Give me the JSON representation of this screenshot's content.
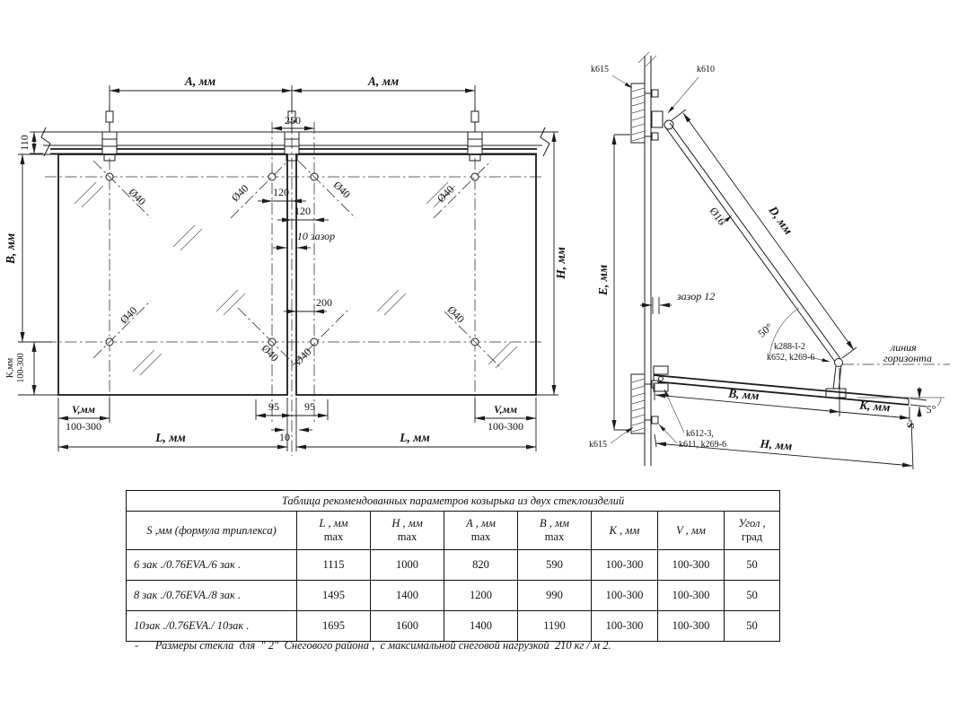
{
  "front": {
    "a_left": "A, мм",
    "a_right": "A, мм",
    "d110": "110",
    "d250": "250",
    "d120a": "120",
    "d120b": "120",
    "gap10": "10 зазор",
    "d200": "200",
    "d95a": "95",
    "d95b": "95",
    "d10": "10",
    "dia40": "Ø40",
    "b": "B, мм",
    "h": "H, мм",
    "k": "K,мм",
    "k_range": "100-300",
    "v": "V,мм",
    "v_range": "100-300",
    "l_left": "L,  мм",
    "l_right": "L,  мм"
  },
  "side": {
    "k615": "k615",
    "k610": "k610",
    "dia16": "Ø16",
    "d": "D, мм",
    "e": "E, мм",
    "gap12": "зазор 12",
    "a50": "50°",
    "k288": "k288-I-2",
    "k652": "k652, k269-6",
    "horizon1": "линия",
    "horizon2": "горизонта",
    "b": "B, мм",
    "k": "K, мм",
    "a5": "5°",
    "s": "S",
    "k612": "k612-3,",
    "k611": "k611, k269-6",
    "h": "H, мм"
  },
  "table": {
    "title": "Таблица рекомендованных параметров  козырька из двух стеклоизделий",
    "headers": [
      {
        "l1": "S ,мм (формула триплекса)",
        "l2": ""
      },
      {
        "l1": "L , мм",
        "l2": "max"
      },
      {
        "l1": "H , мм",
        "l2": "max"
      },
      {
        "l1": "A , мм",
        "l2": "max"
      },
      {
        "l1": "B , мм",
        "l2": "max"
      },
      {
        "l1": "K , мм",
        "l2": ""
      },
      {
        "l1": "V , мм",
        "l2": ""
      },
      {
        "l1": "Угол ,",
        "l2": "град"
      }
    ],
    "rows": [
      [
        "6 зак ./0.76EVA./6 зак .",
        "1115",
        "1000",
        "820",
        "590",
        "100-300",
        "100-300",
        "50"
      ],
      [
        "8 зак ./0.76EVA./8 зак .",
        "1495",
        "1400",
        "1200",
        "990",
        "100-300",
        "100-300",
        "50"
      ],
      [
        "10зак ./0.76EVA./ 10зак .",
        "1695",
        "1600",
        "1400",
        "1190",
        "100-300",
        "100-300",
        "50"
      ]
    ]
  },
  "footnote": "-      Размеры стекла  для  \" 2\"  Снегового района ,  с максимальной снеговой нагрузкой  210 кг / м 2."
}
